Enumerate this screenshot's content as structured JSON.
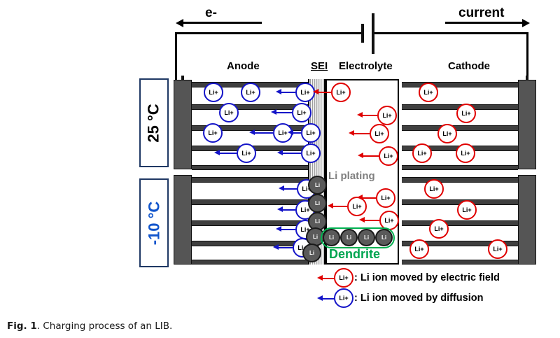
{
  "figure": {
    "caption_bold": "Fig. 1",
    "caption_rest": ". Charging process of an LIB."
  },
  "circuit": {
    "electron_label": "e-",
    "current_label": "current",
    "cell_symbol": "battery-cell"
  },
  "sections": {
    "anode": "Anode",
    "sei": "SEI",
    "electrolyte": "Electrolyte",
    "cathode": "Cathode"
  },
  "temperatures": [
    {
      "value": "25 °C",
      "color": "#000000"
    },
    {
      "value": "-10 °C",
      "color": "#1155cc"
    }
  ],
  "annotations": {
    "li_plating": "Li plating",
    "dendrite": "Dendrite"
  },
  "ion_labels": {
    "li_ion": "Li+",
    "li_metal": "Li"
  },
  "legend": {
    "items": [
      {
        "ion": "Li+",
        "color": "#e00000",
        "text": ": Li ion moved by electric field"
      },
      {
        "ion": "Li+",
        "color": "#1414c8",
        "text": ": Li ion moved by diffusion"
      }
    ]
  },
  "colors": {
    "blue_ion": "#1414c8",
    "red_ion": "#e00000",
    "green_dendrite": "#00b050",
    "gray_li": "#5a5a5a",
    "collector": "#555555",
    "layer": "#3f3f3f"
  }
}
